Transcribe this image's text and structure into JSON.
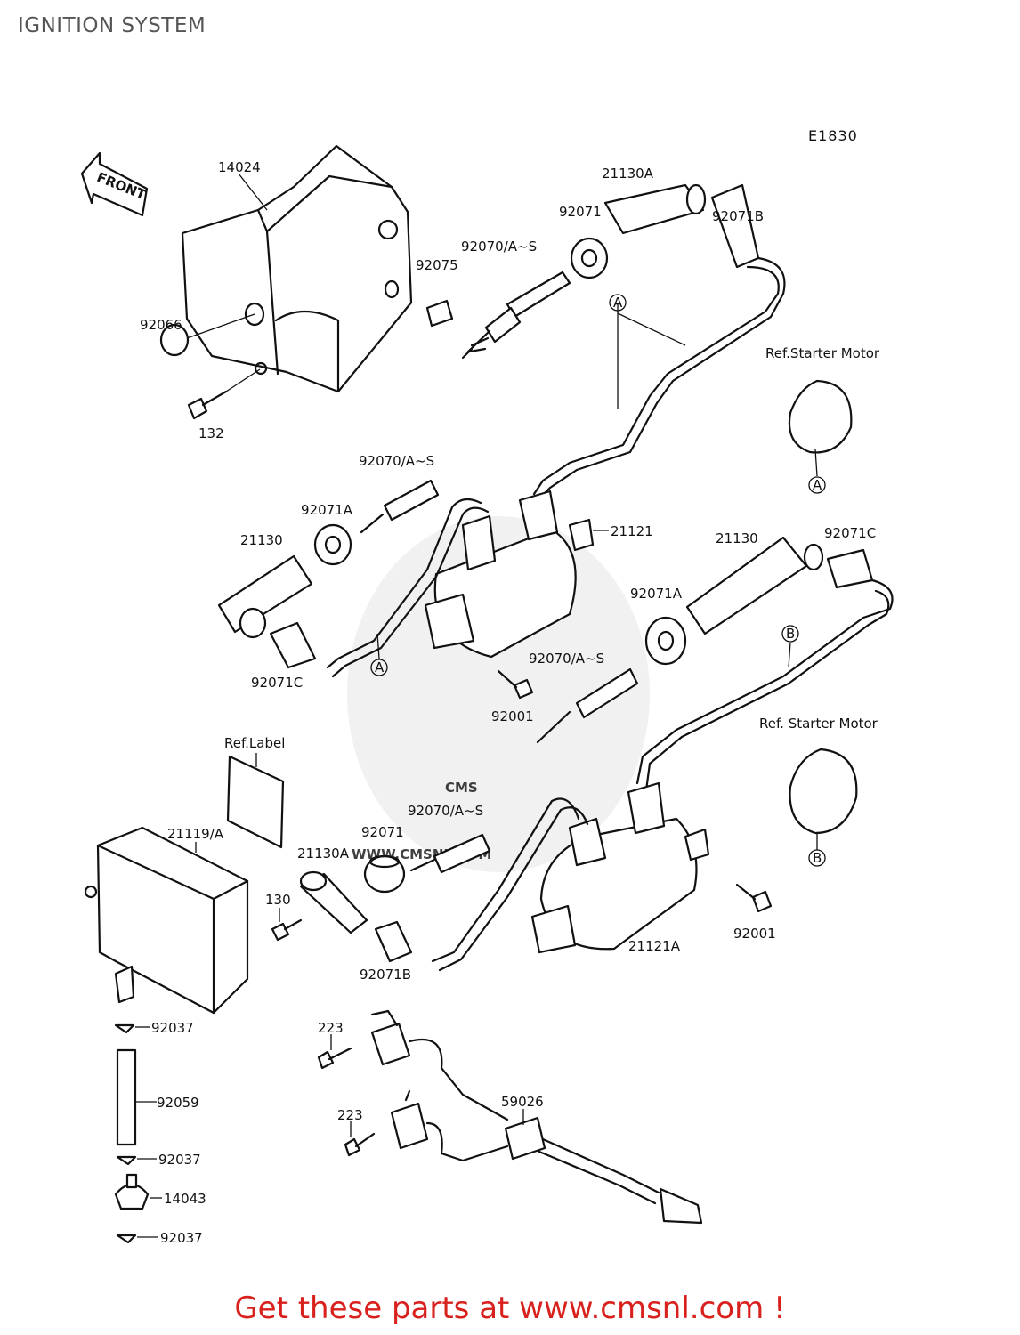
{
  "page": {
    "title": "IGNITION SYSTEM",
    "diagram_code": "E1830",
    "footer_text": "Get these parts at www.cmsnl.com !"
  },
  "watermark": {
    "brand": "CMS",
    "url": "WWW.CMSNL.COM"
  },
  "direction_label": "FRONT",
  "parts": {
    "p14024": "14024",
    "p21130A_top": "21130A",
    "p92071_top": "92071",
    "p92071B_top": "92071B",
    "p92070_top": "92070/A~S",
    "p92075": "92075",
    "p92066": "92066",
    "p132": "132",
    "ref_starter_1": "Ref.Starter Motor",
    "p92070_mid_left": "92070/A~S",
    "p92071A_left": "92071A",
    "p21130_left": "21130",
    "p92071C_left": "92071C",
    "p21121": "21121",
    "p21130_right": "21130",
    "p92071C_right": "92071C",
    "p92071A_right": "92071A",
    "p92070_mid_right": "92070/A~S",
    "p92001_mid": "92001",
    "ref_starter_2": "Ref. Starter Motor",
    "ref_label": "Ref.Label",
    "p21119": "21119/A",
    "p92070_low": "92070/A~S",
    "p92071_low": "92071",
    "p21130A_low": "21130A",
    "p130": "130",
    "p92071B_low": "92071B",
    "p21121A": "21121A",
    "p92001_low": "92001",
    "p223_a": "223",
    "p223_b": "223",
    "p59026": "59026",
    "p92037_a": "92037",
    "p92059": "92059",
    "p92037_b": "92037",
    "p14043": "14043",
    "p92037_c": "92037"
  },
  "callouts": {
    "A": "A",
    "B": "B"
  },
  "colors": {
    "footer": "#d8201d",
    "title": "#555555",
    "line": "#111111",
    "watermark": "#d8d8d8"
  }
}
